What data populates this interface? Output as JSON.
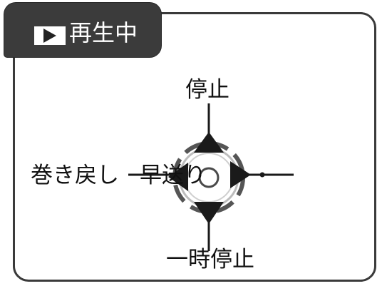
{
  "mode_tab": {
    "play_icon": "play-icon",
    "label": "再生中"
  },
  "controls": {
    "stop_label": "停止",
    "rewind_label": "巻き戻し",
    "fast_forward_label": "早送り",
    "pause_label": "一時停止"
  },
  "colors": {
    "frame": "#3a3a3a",
    "tab_background": "#3b3b3b",
    "arrow": "#1a1a1a",
    "ring": "#8a8a8a"
  }
}
